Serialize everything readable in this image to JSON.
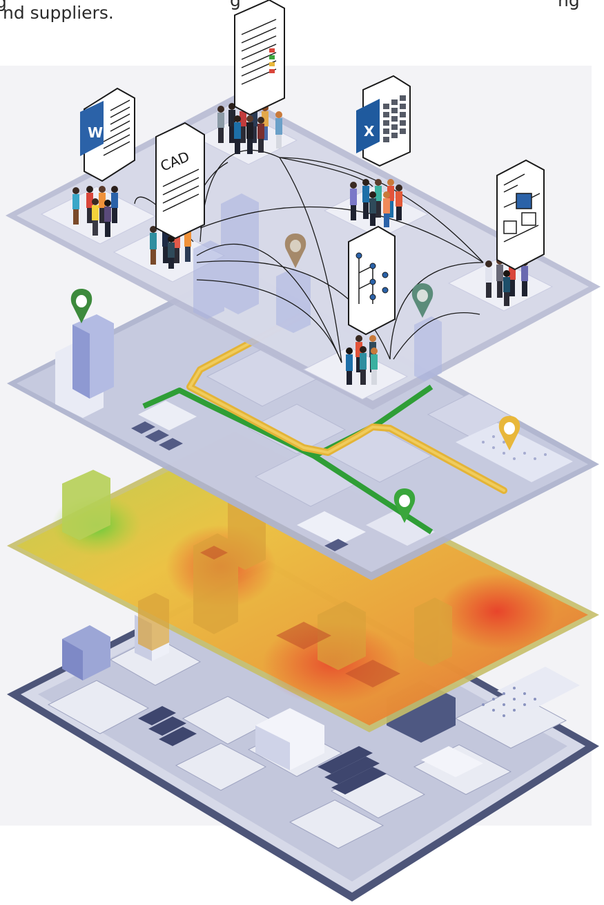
{
  "caption": {
    "line1": "g",
    "line2": "nd suppliers.",
    "frag_top_mid": "g",
    "frag_top_right": "ng"
  },
  "documents": {
    "word_letter": "W",
    "excel_letter": "X",
    "cad_label": "CAD"
  },
  "colors": {
    "layer_base": "#5a6286",
    "layer_people": "#c9ccdf",
    "layer_map": "#c4c8de",
    "heat_low": "#7fcf3a",
    "heat_mid": "#f2c53a",
    "heat_high": "#e84a2c",
    "route_yellow": "#e7b93a",
    "route_green": "#3aa63c",
    "word_blue": "#2b62a8",
    "excel_blue": "#1f5a9e",
    "pin_green": "#3d8a3c",
    "pin_teal": "#5b8c7a",
    "pin_tan": "#a5896a",
    "pin_yellow": "#e8b73a"
  }
}
